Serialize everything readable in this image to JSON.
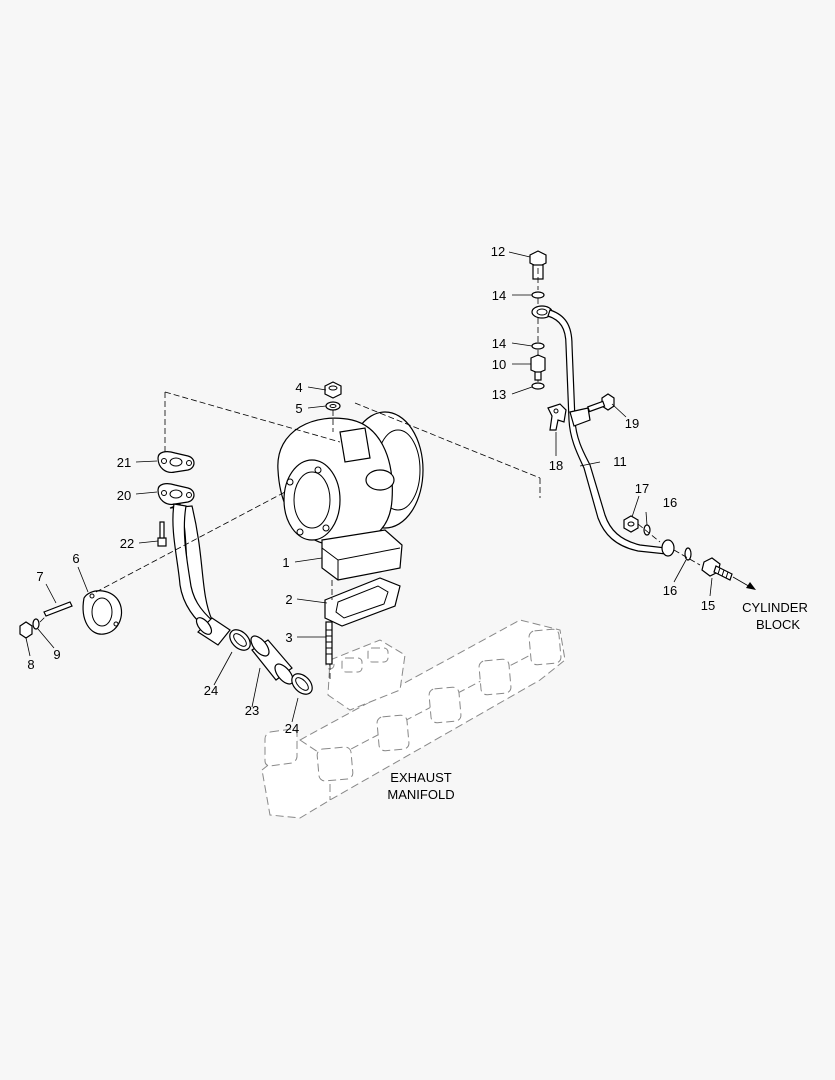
{
  "diagram": {
    "callouts": [
      {
        "id": "c1",
        "text": "1"
      },
      {
        "id": "c2",
        "text": "2"
      },
      {
        "id": "c3",
        "text": "3"
      },
      {
        "id": "c4",
        "text": "4"
      },
      {
        "id": "c5",
        "text": "5"
      },
      {
        "id": "c6",
        "text": "6"
      },
      {
        "id": "c7",
        "text": "7"
      },
      {
        "id": "c8",
        "text": "8"
      },
      {
        "id": "c9",
        "text": "9"
      },
      {
        "id": "c10",
        "text": "10"
      },
      {
        "id": "c11",
        "text": "11"
      },
      {
        "id": "c12",
        "text": "12"
      },
      {
        "id": "c13",
        "text": "13"
      },
      {
        "id": "c14a",
        "text": "14"
      },
      {
        "id": "c14b",
        "text": "14"
      },
      {
        "id": "c15",
        "text": "15"
      },
      {
        "id": "c16a",
        "text": "16"
      },
      {
        "id": "c16b",
        "text": "16"
      },
      {
        "id": "c17",
        "text": "17"
      },
      {
        "id": "c18",
        "text": "18"
      },
      {
        "id": "c19",
        "text": "19"
      },
      {
        "id": "c20",
        "text": "20"
      },
      {
        "id": "c21",
        "text": "21"
      },
      {
        "id": "c22",
        "text": "22"
      },
      {
        "id": "c23",
        "text": "23"
      },
      {
        "id": "c24a",
        "text": "24"
      },
      {
        "id": "c24b",
        "text": "24"
      }
    ],
    "notes": {
      "cylinder_block_line1": "CYLINDER",
      "cylinder_block_line2": "BLOCK",
      "exhaust_manifold_line1": "EXHAUST",
      "exhaust_manifold_line2": "MANIFOLD"
    }
  }
}
